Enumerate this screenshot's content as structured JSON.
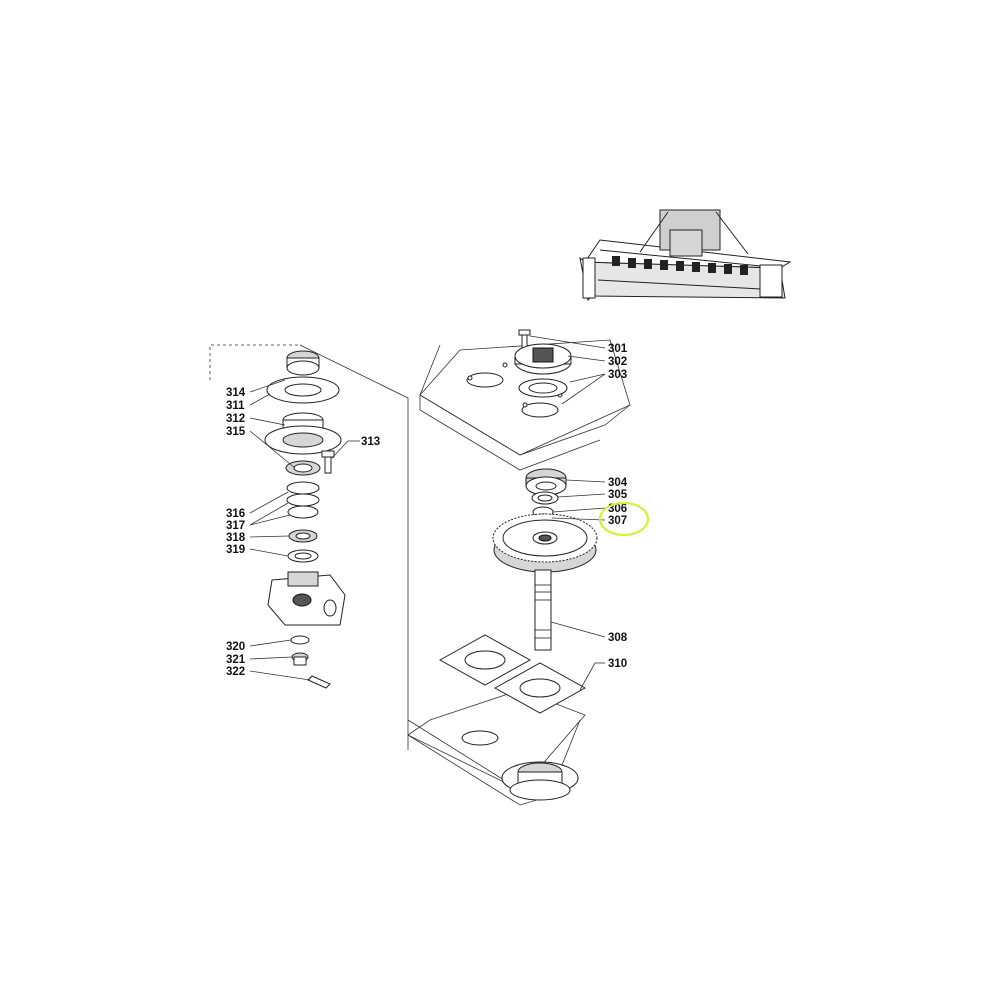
{
  "diagram": {
    "callouts_left": [
      "314",
      "311",
      "312",
      "315",
      "313",
      "316",
      "317",
      "318",
      "319",
      "320",
      "321",
      "322"
    ],
    "callouts_right": [
      "301",
      "302",
      "303",
      "304",
      "305",
      "306",
      "307",
      "308",
      "310"
    ],
    "highlight": {
      "target": "307",
      "color": "#d8ee3a"
    }
  }
}
